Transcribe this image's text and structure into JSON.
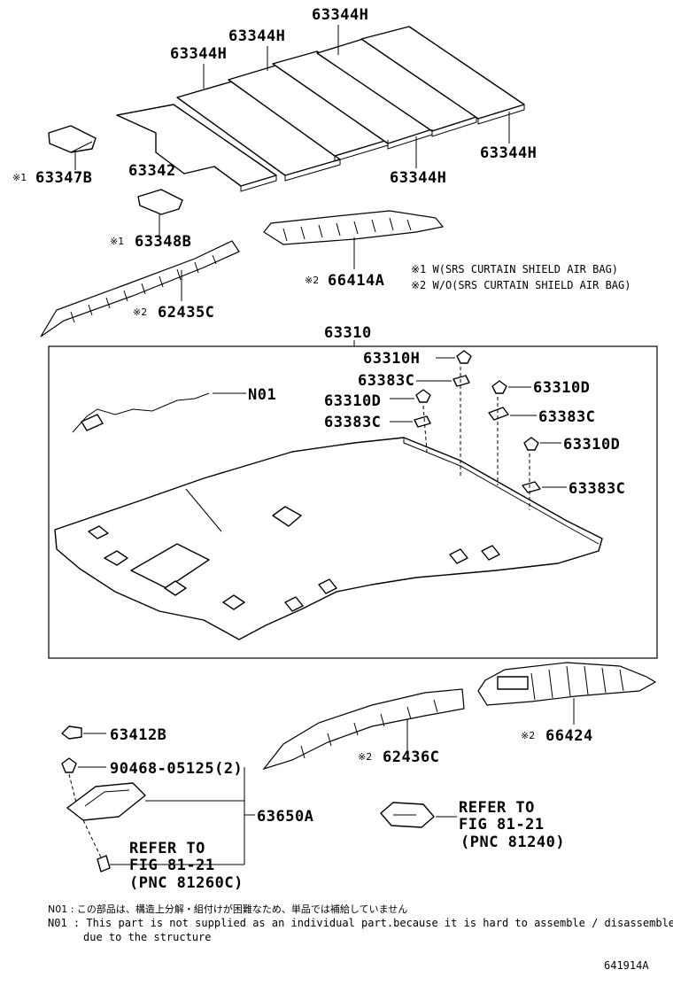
{
  "labels": {
    "p63344h_a": "63344H",
    "p63344h_b": "63344H",
    "p63344h_c": "63344H",
    "p63344h_d": "63344H",
    "p63344h_e": "63344H",
    "p63347b_mark": "※1",
    "p63347b": "63347B",
    "p63342": "63342",
    "p63348b_mark": "※1",
    "p63348b": "63348B",
    "p66414a_mark": "※2",
    "p66414a": "66414A",
    "p62435c_mark": "※2",
    "p62435c": "62435C",
    "p63310": "63310",
    "p63310h": "63310H",
    "p63383c_a": "63383C",
    "p63310d_a": "63310D",
    "p63383c_b": "63383C",
    "p63310d_b": "63310D",
    "p63383c_c": "63383C",
    "p63310d_c": "63310D",
    "p63383c_d": "63383C",
    "n01": "N01",
    "p63412b": "63412B",
    "p90468": "90468-05125(2)",
    "p63650a": "63650A",
    "p66424_mark": "※2",
    "p66424": "66424",
    "p62436c_mark": "※2",
    "p62436c": "62436C"
  },
  "legend": {
    "line1": "※1 W(SRS CURTAIN SHIELD AIR BAG)",
    "line2": "※2 W/O(SRS CURTAIN SHIELD AIR BAG)"
  },
  "refs": {
    "left_line1": "REFER TO",
    "left_line2": "FIG 81-21",
    "left_line3": "(PNC 81260C)",
    "right_line1": "REFER TO",
    "right_line2": "FIG 81-21",
    "right_line3": "(PNC 81240)"
  },
  "notes": {
    "jp": "N01 : この部品は、構造上分解・組付けが困難なため、単品では補給していません",
    "en1": "N01 : This part is not supplied as an individual part.because it is hard to assemble / disassemble",
    "en2": "due to the structure"
  },
  "figure_id": "641914A"
}
